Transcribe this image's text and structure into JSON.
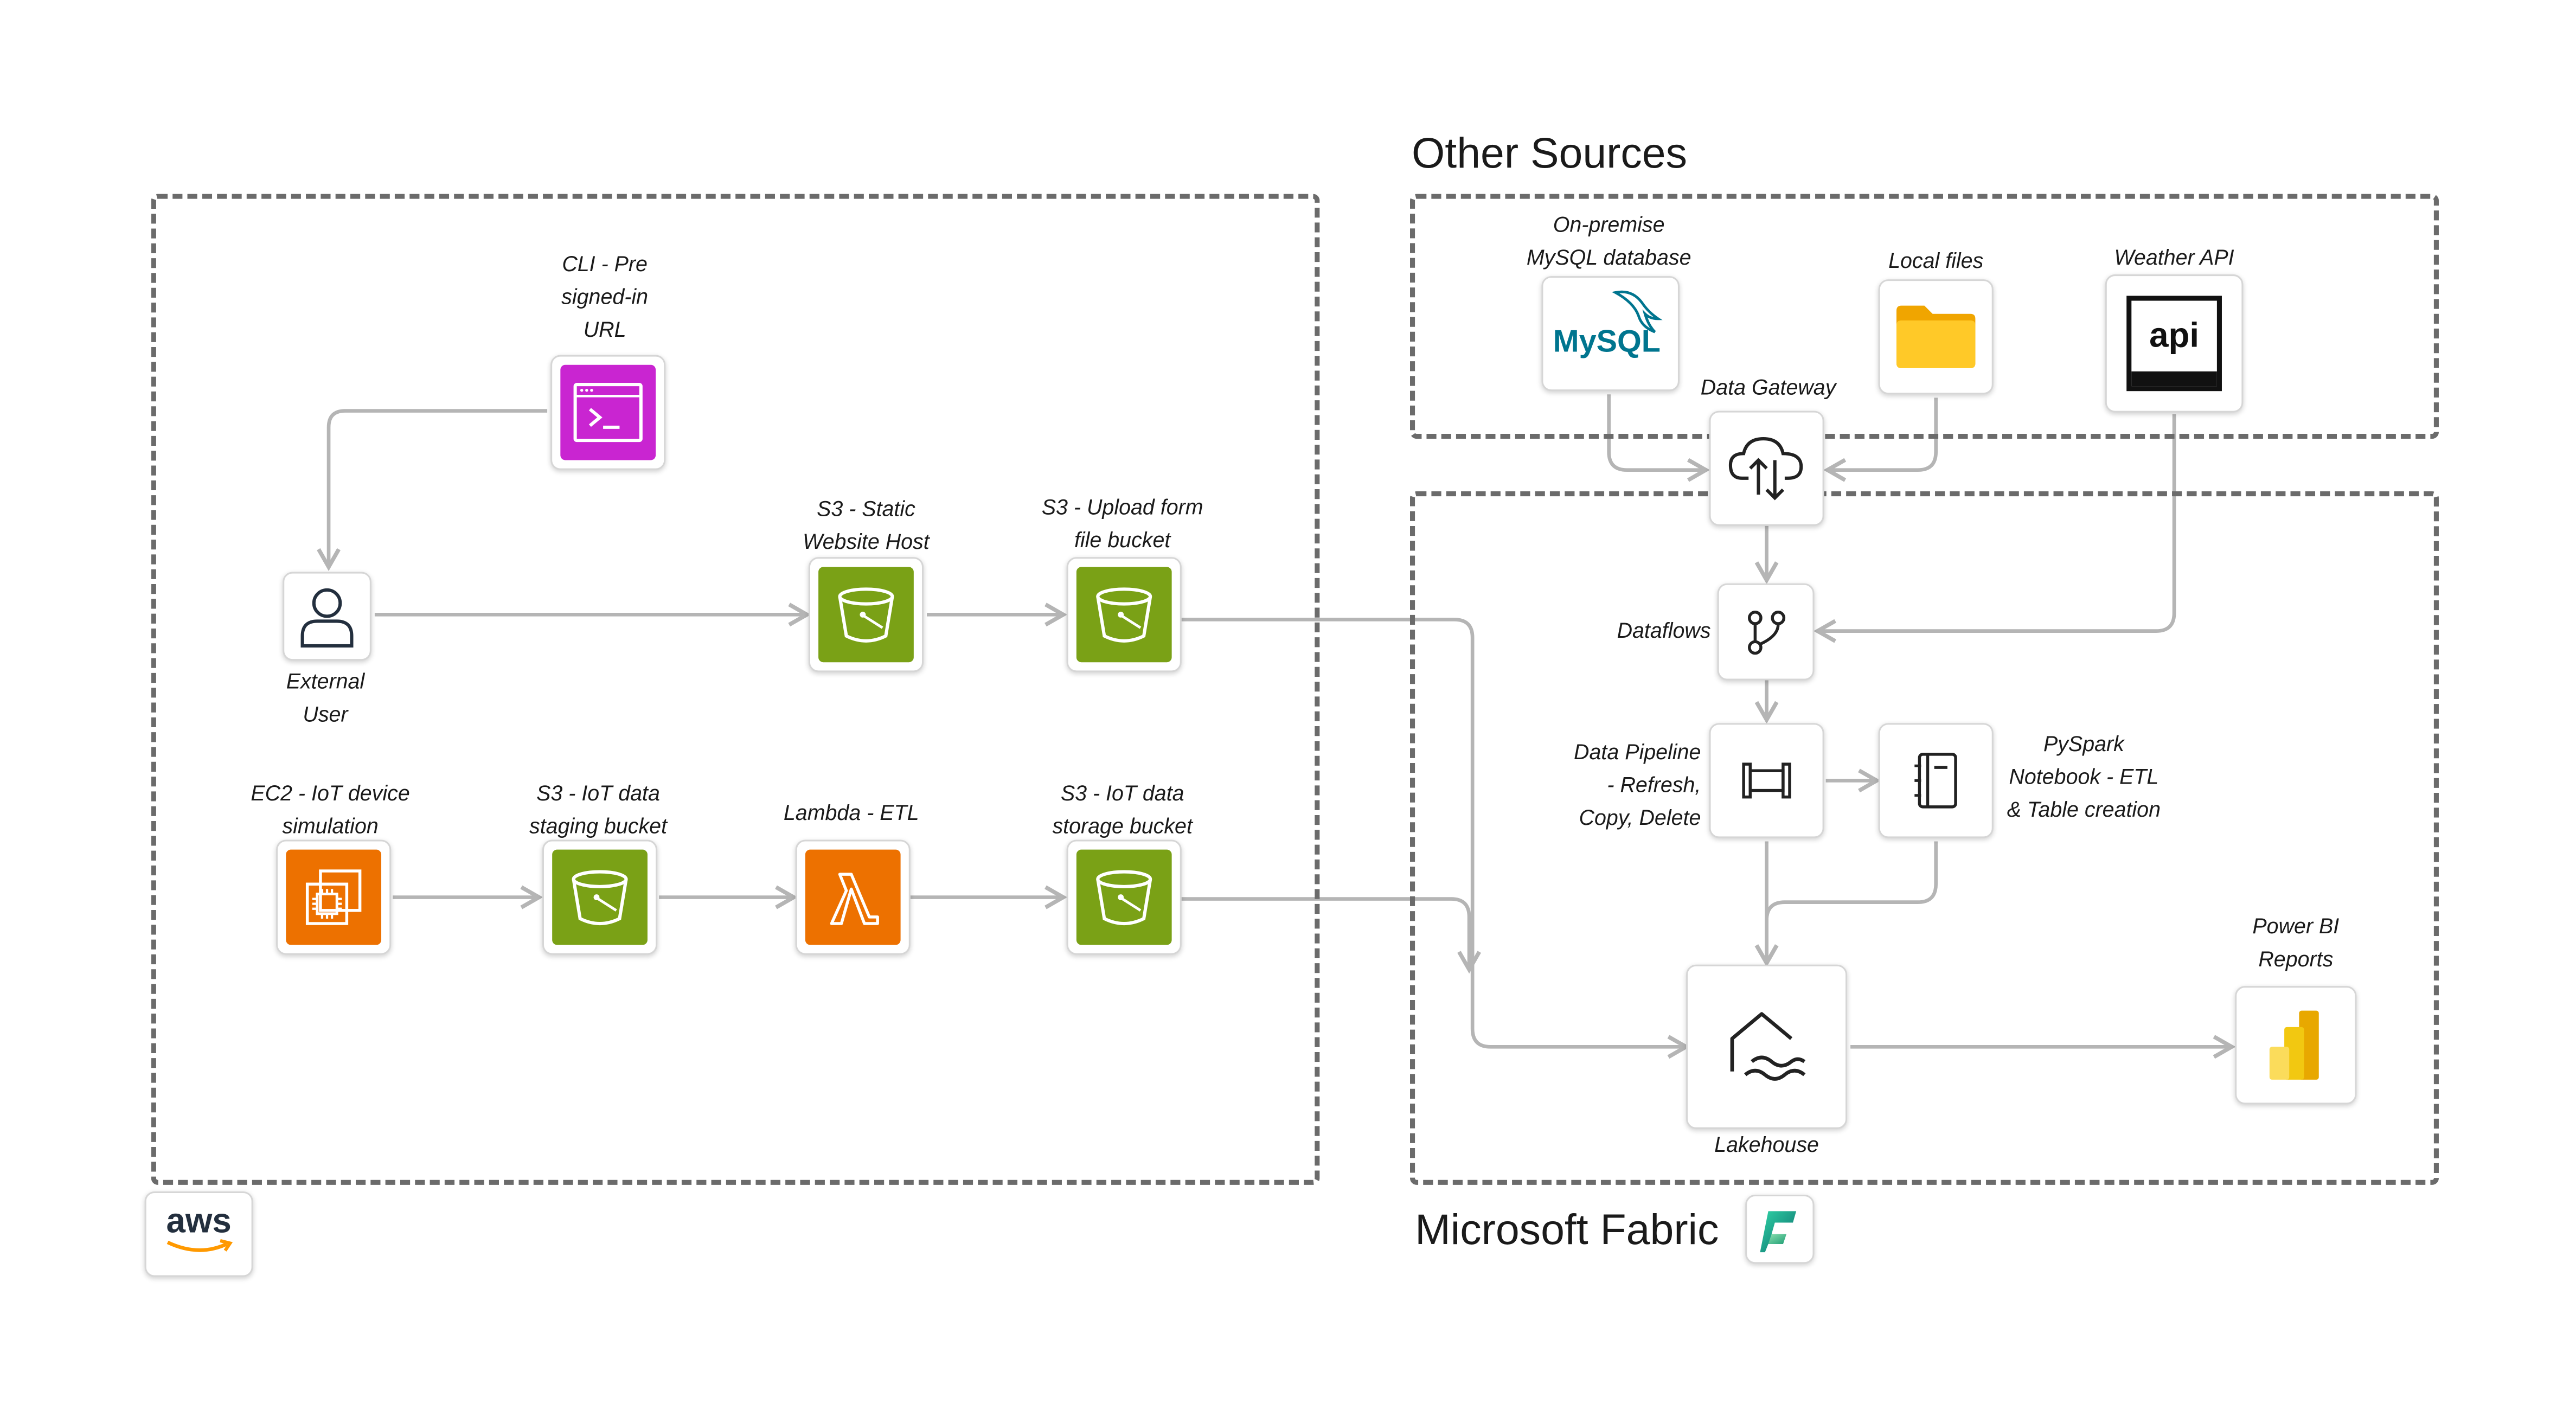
{
  "groups": {
    "other_sources": {
      "title": "Other Sources"
    },
    "fabric": {
      "title": "Microsoft Fabric"
    },
    "aws": {
      "logo_text": "aws"
    }
  },
  "nodes": {
    "cli": {
      "label": "CLI - Pre\nsigned-in\nURL",
      "color": "#c925d1"
    },
    "external_user": {
      "label": "External\nUser"
    },
    "s3_static": {
      "label": "S3 - Static\nWebsite Host",
      "color": "#7aa116"
    },
    "s3_upload": {
      "label": "S3 - Upload form\nfile bucket",
      "color": "#7aa116"
    },
    "ec2": {
      "label": "EC2 - IoT device\nsimulation",
      "color": "#ed7100"
    },
    "s3_staging": {
      "label": "S3 - IoT data\nstaging bucket",
      "color": "#7aa116"
    },
    "lambda": {
      "label": "Lambda - ETL",
      "color": "#ed7100"
    },
    "s3_storage": {
      "label": "S3 - IoT data\nstorage bucket",
      "color": "#7aa116"
    },
    "mysql": {
      "label": "On-premise\nMySQL database",
      "logo_text": "MySQL"
    },
    "local_files": {
      "label": "Local files",
      "color": "#f5b400"
    },
    "weather_api": {
      "label": "Weather API",
      "logo_text": "api"
    },
    "data_gateway": {
      "label": "Data Gateway"
    },
    "dataflows": {
      "label": "Dataflows"
    },
    "data_pipeline": {
      "label": "Data Pipeline\n- Refresh,\nCopy, Delete"
    },
    "pyspark": {
      "label": "PySpark\nNotebook - ETL\n& Table creation"
    },
    "lakehouse": {
      "label": "Lakehouse"
    },
    "power_bi": {
      "label": "Power BI\nReports",
      "color": "#f2c811"
    }
  },
  "colors": {
    "connector": "#b5b5b5",
    "border": "#6b6b6b"
  }
}
